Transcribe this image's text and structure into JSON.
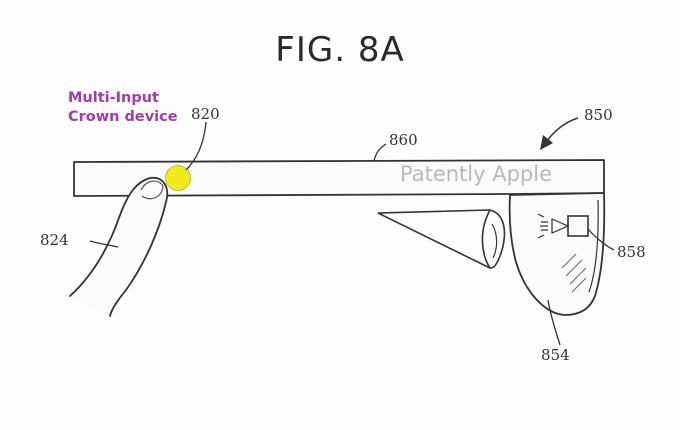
{
  "figure": {
    "title": "FIG. 8A",
    "annotation_line1": "Multi-Input",
    "annotation_line2": "Crown device",
    "watermark": "Patently Apple",
    "refs": {
      "r820": "820",
      "r824": "824",
      "r850": "850",
      "r854": "854",
      "r858": "858",
      "r860": "860"
    },
    "colors": {
      "line": "#333333",
      "crown": "#f1ea1e",
      "annotation": "#a23bb0",
      "watermark": "#b9b9b9"
    }
  }
}
